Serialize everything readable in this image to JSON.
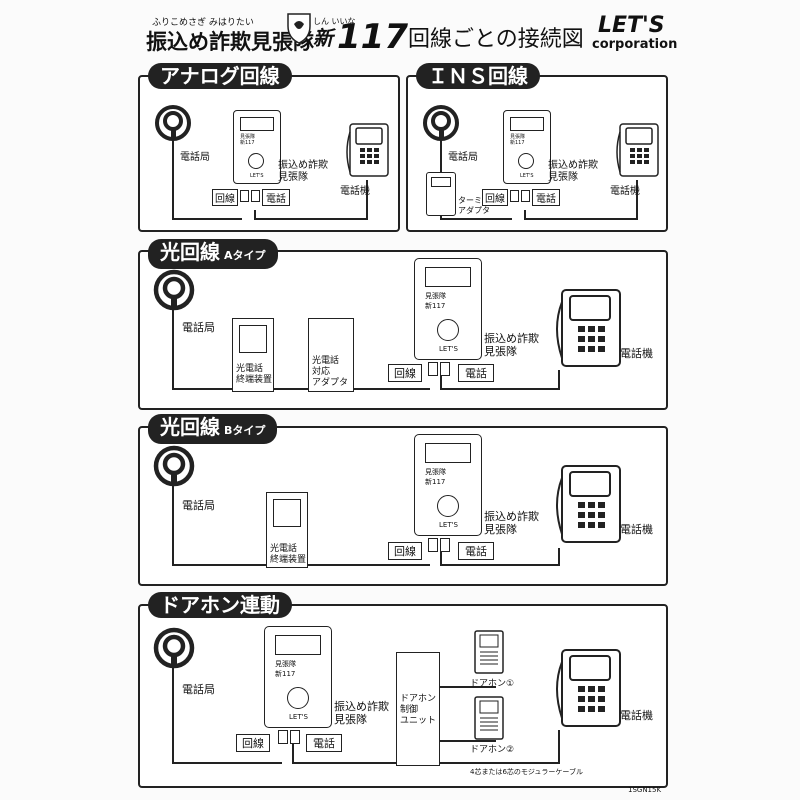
{
  "header": {
    "ruby": "ふりこめさぎ みはりたい",
    "product_name": "振込め詐欺見張隊",
    "shin": "新",
    "shin_ruby": "しん いいな",
    "model": "117",
    "title": "回線ごとの接続図",
    "logo_top": "LET'S",
    "logo_bottom": "corporation"
  },
  "panels": {
    "analog": {
      "title": "アナログ回線"
    },
    "ins": {
      "title": "ＩＮＳ回線"
    },
    "hikari_a": {
      "title": "光回線",
      "subtitle": "Aタイプ"
    },
    "hikari_b": {
      "title": "光回線",
      "subtitle": "Bタイプ"
    },
    "door": {
      "title": "ドアホン連動"
    }
  },
  "labels": {
    "station": "電話局",
    "device": "振込め詐欺\n見張隊",
    "line_port": "回線",
    "phone_port": "電話",
    "phone": "電話機",
    "terminal_adapter": "ターミナル\nアダプタ",
    "onu": "光電話\n終端装置",
    "hikari_adapter": "光電話\n対応\nアダプタ",
    "door_controller": "ドアホン\n制御\nユニット",
    "door1": "ドアホン①",
    "door2": "ドアホン②",
    "cable_note": "4芯または6芯のモジュラーケーブル",
    "device_brand": "見張隊",
    "device_model": "新117",
    "device_maker": "LET'S"
  },
  "footer": {
    "code": "1SGN15K"
  }
}
